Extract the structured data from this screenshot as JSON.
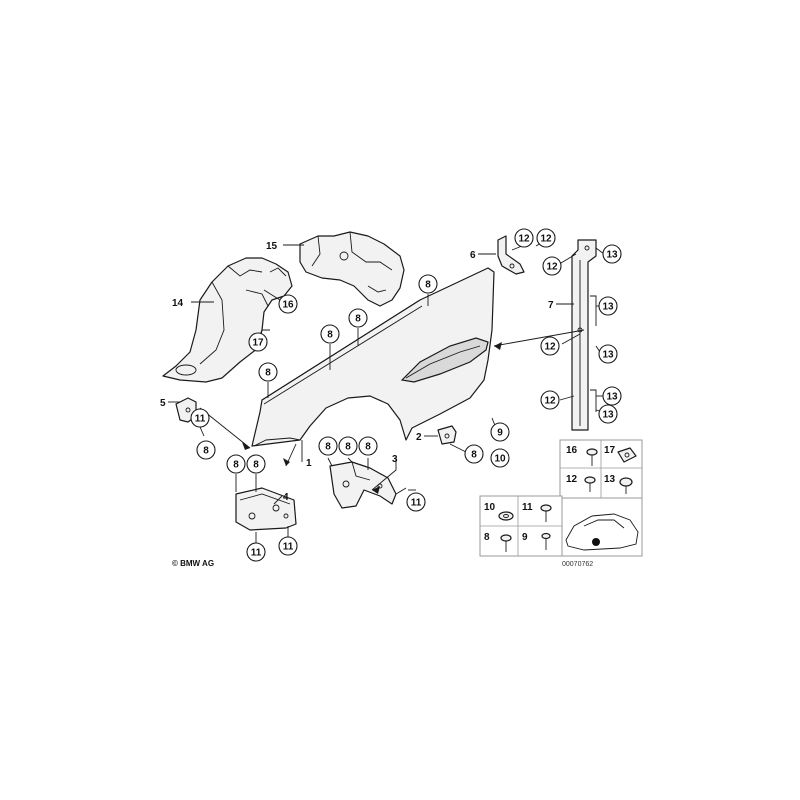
{
  "diagram": {
    "copyright": "© BMW AG",
    "drawing_number": "00070762",
    "callouts": [
      {
        "id": "c14",
        "label": "14"
      },
      {
        "id": "c15",
        "label": "15"
      },
      {
        "id": "c16",
        "label": "16"
      },
      {
        "id": "c17",
        "label": "17"
      },
      {
        "id": "c5",
        "label": "5"
      },
      {
        "id": "c11a",
        "label": "11"
      },
      {
        "id": "c8a",
        "label": "8"
      },
      {
        "id": "c8b",
        "label": "8"
      },
      {
        "id": "c8c",
        "label": "8"
      },
      {
        "id": "c8d",
        "label": "8"
      },
      {
        "id": "c8e",
        "label": "8"
      },
      {
        "id": "c1",
        "label": "1"
      },
      {
        "id": "c8f",
        "label": "8"
      },
      {
        "id": "c8g",
        "label": "8"
      },
      {
        "id": "c8h",
        "label": "8"
      },
      {
        "id": "c8i",
        "label": "8"
      },
      {
        "id": "c8j",
        "label": "8"
      },
      {
        "id": "c4",
        "label": "4"
      },
      {
        "id": "c11b",
        "label": "11"
      },
      {
        "id": "c11c",
        "label": "11"
      },
      {
        "id": "c3",
        "label": "3"
      },
      {
        "id": "c11d",
        "label": "11"
      },
      {
        "id": "c2",
        "label": "2"
      },
      {
        "id": "c8k",
        "label": "8"
      },
      {
        "id": "c9a",
        "label": "9"
      },
      {
        "id": "c10a",
        "label": "10"
      },
      {
        "id": "c6",
        "label": "6"
      },
      {
        "id": "c12a",
        "label": "12"
      },
      {
        "id": "c12b",
        "label": "12"
      },
      {
        "id": "c12c",
        "label": "12"
      },
      {
        "id": "c13a",
        "label": "13"
      },
      {
        "id": "c7",
        "label": "7"
      },
      {
        "id": "c13b",
        "label": "13"
      },
      {
        "id": "c12d",
        "label": "12"
      },
      {
        "id": "c13c",
        "label": "13"
      },
      {
        "id": "c12e",
        "label": "12"
      },
      {
        "id": "c13d",
        "label": "13"
      },
      {
        "id": "c13e",
        "label": "13"
      }
    ],
    "legend_box_upper": {
      "items": [
        {
          "label": "16"
        },
        {
          "label": "17"
        },
        {
          "label": "12"
        },
        {
          "label": "13"
        }
      ]
    },
    "legend_box_lower": {
      "items": [
        {
          "label": "10"
        },
        {
          "label": "11"
        },
        {
          "label": "8"
        },
        {
          "label": "9"
        }
      ]
    }
  }
}
